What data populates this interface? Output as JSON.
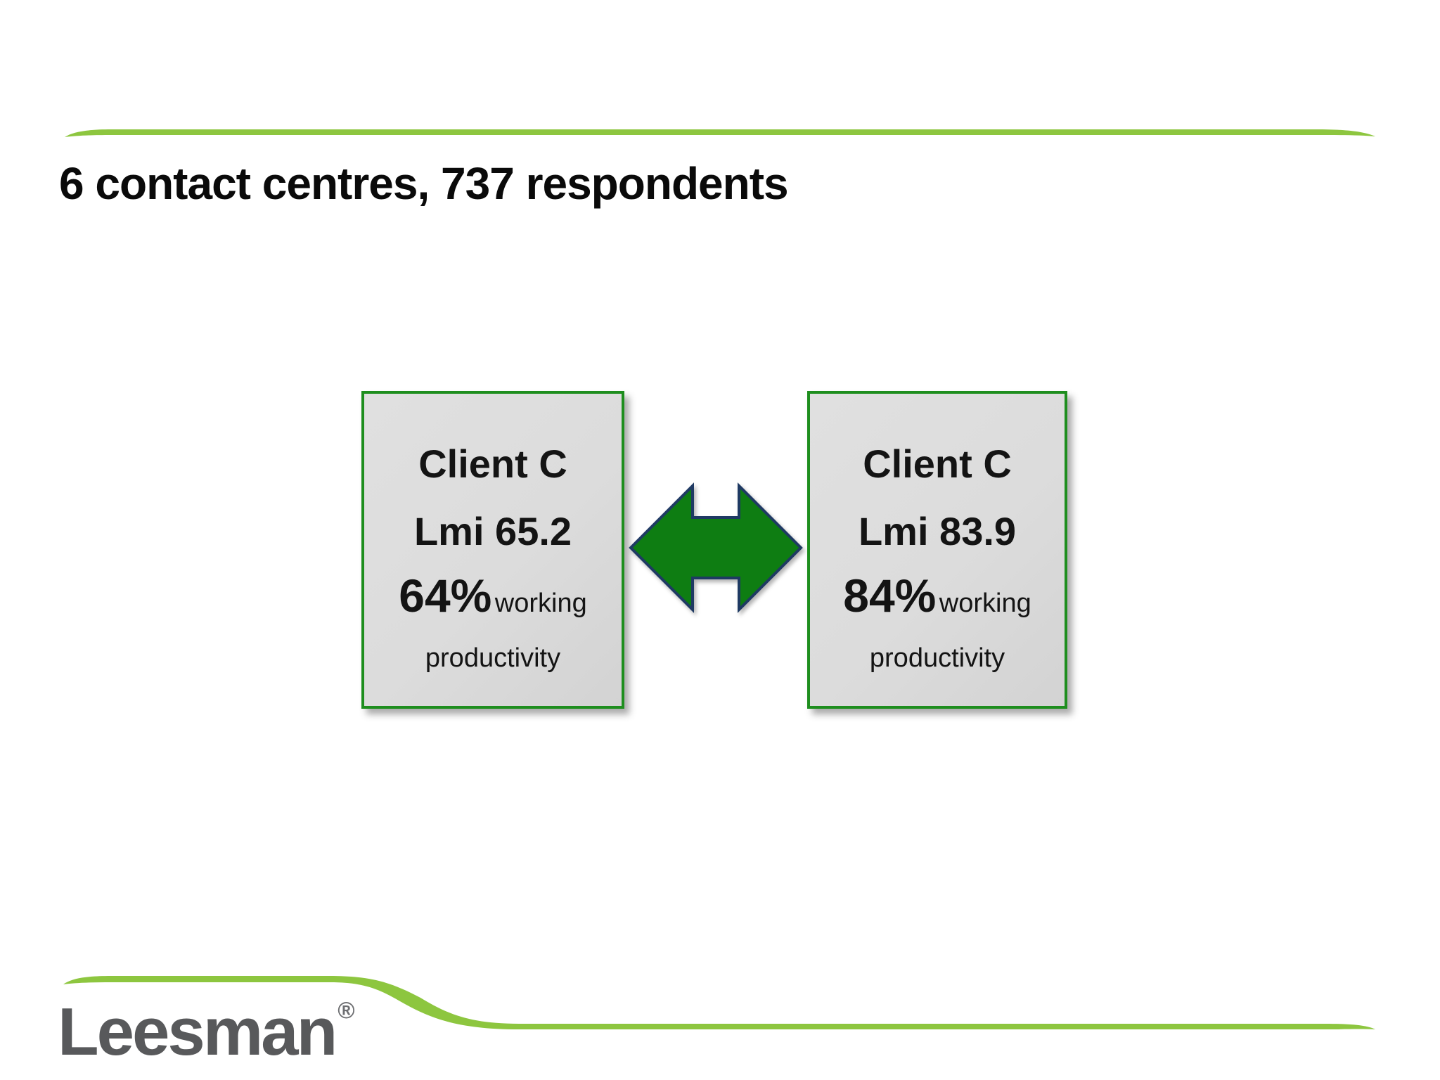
{
  "slide": {
    "title": "6 contact centres, 737 respondents",
    "cards": [
      {
        "client": "Client C",
        "lmi": "Lmi 65.2",
        "percent": "64%",
        "metric_word": "working",
        "metric_word2": "productivity"
      },
      {
        "client": "Client C",
        "lmi": "Lmi 83.9",
        "percent": "84%",
        "metric_word": "working",
        "metric_word2": "productivity"
      }
    ],
    "icons": {
      "arrow": "double-headed-arrow"
    },
    "logo": {
      "text": "Leesman",
      "mark": "®"
    },
    "colors": {
      "accent_light_green": "#8dc63f",
      "arrow_green": "#0e7d12",
      "arrow_border_navy": "#1f3a63",
      "card_fill_gray": "#dcdcdc",
      "card_border_green": "#1e8e1e",
      "title_black": "#0a0a0a",
      "logo_gray": "#58595b"
    }
  }
}
